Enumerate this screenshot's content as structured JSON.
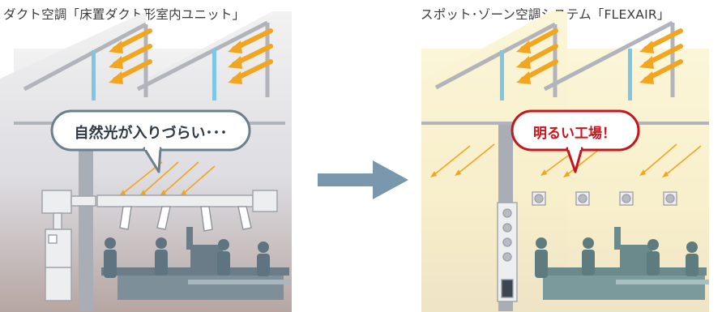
{
  "left_panel": {
    "caption": "ダクト空調「床置ダクト形室内ユニット」",
    "bubble": "自然光が入りづらい･･･"
  },
  "right_panel": {
    "caption": "スポット･ゾーン空調システム「FLEXAIR」",
    "bubble": "明るい工場！"
  },
  "colors": {
    "sunlight_arrow": "#f2a51e",
    "window_glass": "#7ec6e6",
    "structure_gray": "#aeb2ba",
    "figure_slate": "#667a87",
    "alert_red": "#c4161c",
    "transition_arrow": "#7a98ad"
  },
  "icons": [
    "sunlight-arrow-icon",
    "spotlight-icon",
    "worker-silhouette-icon",
    "air-outlet-icon",
    "transition-arrow-icon"
  ]
}
